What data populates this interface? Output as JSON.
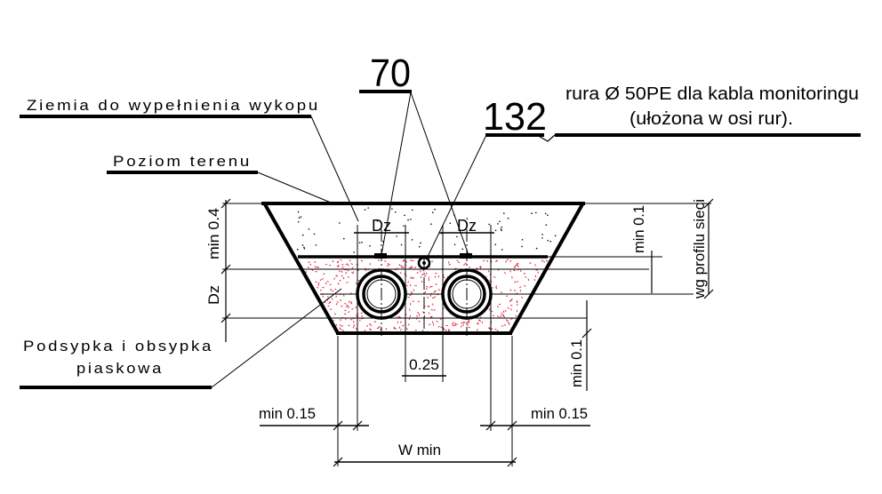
{
  "labels": {
    "marker_70": "70",
    "marker_132": "132",
    "pipe_note_line1": "rura  Ø 50PE dla kabla monitoringu",
    "pipe_note_line2": "(ułożona w osi rur).",
    "backfill": "Ziemia do wypełnienia wykopu",
    "ground_level": "Poziom terenu",
    "bedding_line1": "Podsypka i obsypka",
    "bedding_line2": "piaskowa",
    "dz_left": "Dz",
    "dz_right": "Dz",
    "min_04": "min 0.4",
    "dz_vertical": "Dz",
    "min_01_top": "min 0.1",
    "wg_profilu": "wg profilu sieci",
    "min_01_bottom": "min 0.1",
    "spacing_025": "0.25",
    "min_015_left": "min 0.15",
    "min_015_right": "min 0.15",
    "w_min": "W min"
  },
  "colors": {
    "line": "#000000",
    "sand_dots": "#e0142a",
    "soil_dots": "#000000",
    "background": "#ffffff"
  }
}
